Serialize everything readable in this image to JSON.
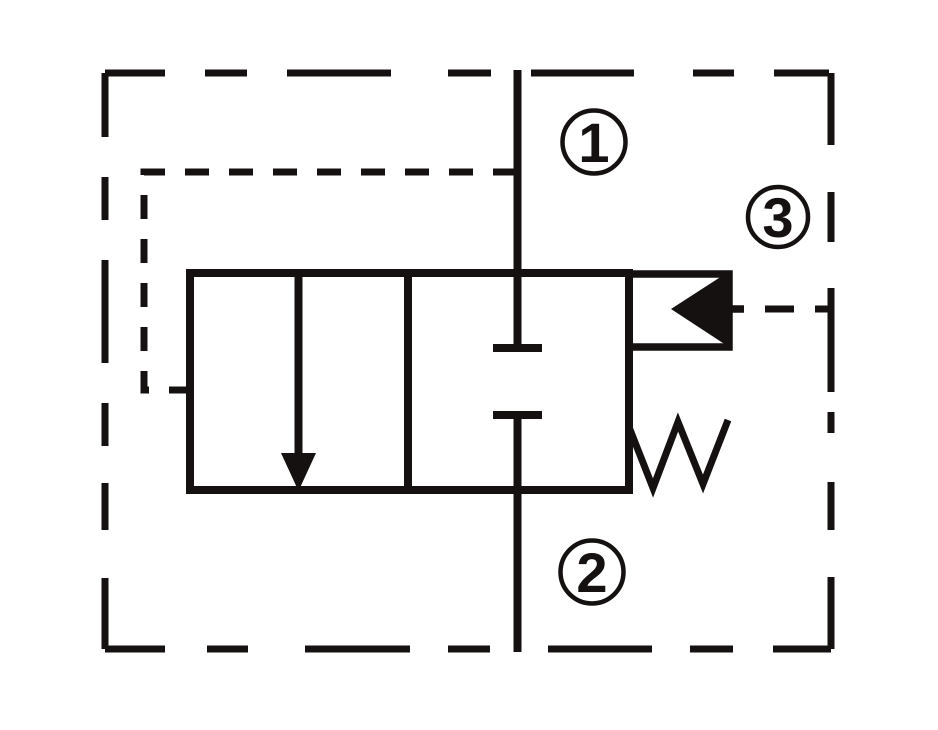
{
  "schematic": {
    "ports": [
      {
        "label": "1"
      },
      {
        "label": "2"
      },
      {
        "label": "3"
      }
    ],
    "colors": {
      "ink": "#151110",
      "background": "#ffffff"
    }
  }
}
